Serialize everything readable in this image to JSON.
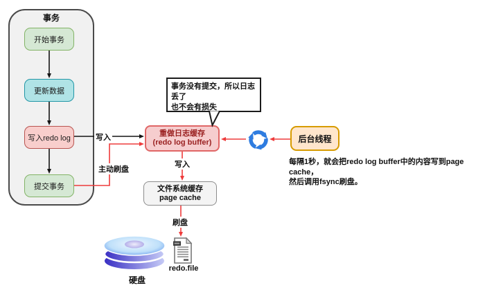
{
  "transaction": {
    "title": "事务",
    "steps": [
      {
        "label": "开始事务"
      },
      {
        "label": "更新数据"
      },
      {
        "label": "写入redo log"
      },
      {
        "label": "提交事务"
      }
    ]
  },
  "callout": {
    "line1": "事务没有提交，所以日志丢了",
    "line2": "也不会有损失"
  },
  "buffer": {
    "line1": "重做日志缓存",
    "line2": "(redo log buffer)"
  },
  "cache": {
    "line1": "文件系统缓存",
    "line2": "page cache"
  },
  "thread": {
    "label": "后台线程"
  },
  "note": {
    "line1": "每隔1秒，就会把redo log buffer中的内容写到page cache，",
    "line2": "然后调用fsync刷盘。"
  },
  "edge_labels": {
    "write_top": "写入",
    "active_flush": "主动刷盘",
    "write_down": "写入",
    "flush": "刷盘"
  },
  "disk": {
    "label": "硬盘"
  },
  "file": {
    "label": "redo.file"
  },
  "icons": {
    "sync": "sync-refresh-icon",
    "disk": "hard-disk-icon",
    "file": "document-file-icon"
  },
  "colors": {
    "flow_black": "#141414",
    "accent_red": "#ee3b3b",
    "sync_blue": "#2e7ce0",
    "buffer_fill": "#f6cdce",
    "buffer_border": "#e06666",
    "buffer_text": "#9a2121",
    "green_fill": "#d5e8d4",
    "green_border": "#82b366",
    "cyan_fill": "#b0e3e6",
    "cyan_border": "#2196a6",
    "pink_fill": "#f8cecc",
    "pink_border": "#b85450",
    "thread_fill": "#ffe6cc",
    "thread_border": "#d79b00",
    "group_fill": "#f1f1f1"
  }
}
